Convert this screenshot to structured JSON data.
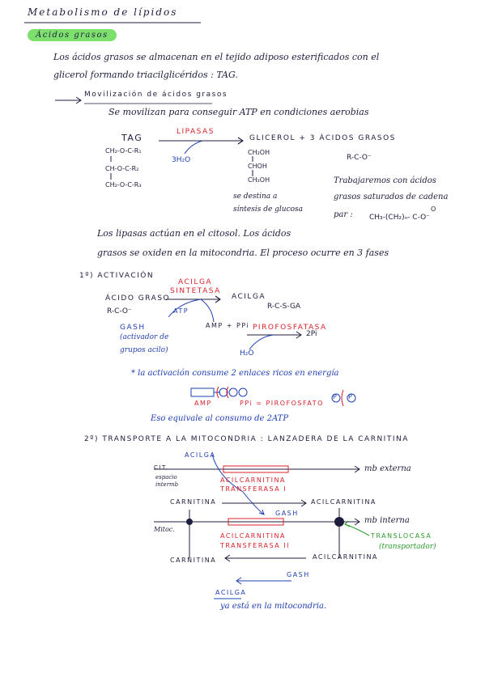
{
  "page": {
    "title": "Metabolismo de lípidos",
    "section1": "Ácidos grasos",
    "intro_line1": "Los ácidos grasos se almacenan en el tejido adiposo esterificados con el",
    "intro_line2": "glicerol formando triacilglicéridos : TAG.",
    "mobilization_title": "Movilización de ácidos grasos",
    "mobilization_text": "Se movilizan para conseguir ATP en condiciones aerobias",
    "lipase_eq": {
      "tag": "TAG",
      "enzyme": "LIPASAS",
      "water": "3H₂O",
      "products": "GLICEROL + 3 ÁCIDOS GRASOS",
      "tag_rows": [
        "CH₂-O-C-R₁",
        "CH-O-C-R₂",
        "CH₂-O-C-R₃"
      ],
      "glycerol_rows": [
        "CH₂OH",
        "CHOH",
        "CH₂OH"
      ],
      "fatty_acid": "R-C-O⁻",
      "glycerol_note1": "se destina a",
      "glycerol_note2": "síntesis de glucosa",
      "saturated1": "Trabajaremos con ácidos",
      "saturated2": "grasos saturados de cadena",
      "saturated3": "par :",
      "saturated_formula": "CH₃-(CH₂)ₙ- C-O⁻",
      "oxo": "O"
    },
    "cytosol_line1": "Los lipasas actúan en el citosol. Los ácidos",
    "cytosol_line2": "grasos se oxiden en la mitocondria. El proceso ocurre en 3 fases",
    "phase1": {
      "label": "1º) ACTIVACIÓN",
      "enzyme1": "ACILGA",
      "enzyme2": "SINTETASA",
      "substrate": "ÁCIDO GRASO",
      "substrate_formula": "R-C-O⁻",
      "product": "ACILGA",
      "product_formula": "R-C-S-GA",
      "atp": "ATP",
      "gash": "GASH",
      "gash_note1": "(activador de",
      "gash_note2": "grupos acilo)",
      "amp": "AMP + PPi",
      "pyro": "PIROFOSFATASA",
      "pi": "2Pi",
      "water": "H₂O",
      "bonds_note": "* la activación consume 2 enlaces ricos en energía",
      "amp_label": "AMP",
      "ppi_label": "PPi = PIROFOSFATO",
      "p": "P",
      "equivalence": "Eso equivale al consumo de 2ATP"
    },
    "phase2": {
      "label": "2º) TRANSPORTE A LA MITOCONDRIA : LANZADERA DE LA CARNITINA",
      "acilga_top": "ACILGA",
      "cit": "CIT.",
      "space1": "espacio",
      "space2": "intermb",
      "mb_ext": "mb externa",
      "cpt1a": "ACILCARNITINA",
      "cpt1b": "TRANSFERASA I",
      "carnitina_left": "CARNITINA",
      "acilcarnitina_right": "ACILCARNITINA",
      "gash_mid": "GASH",
      "mb_int": "mb interna",
      "mitoc": "Mitoc.",
      "cpt2a": "ACILCARNITINA",
      "cpt2b": "TRANSFERASA II",
      "translocase": "TRANSLOCASA",
      "translocase_note": "(transportador)",
      "carnitina_bottom": "CARNITINA",
      "acilcarnitina_bottom": "ACILCARNITINA",
      "gash_bottom": "GASH",
      "acilga_bottom": "ACILGA",
      "final_note": "ya está en la mitocondria."
    }
  }
}
